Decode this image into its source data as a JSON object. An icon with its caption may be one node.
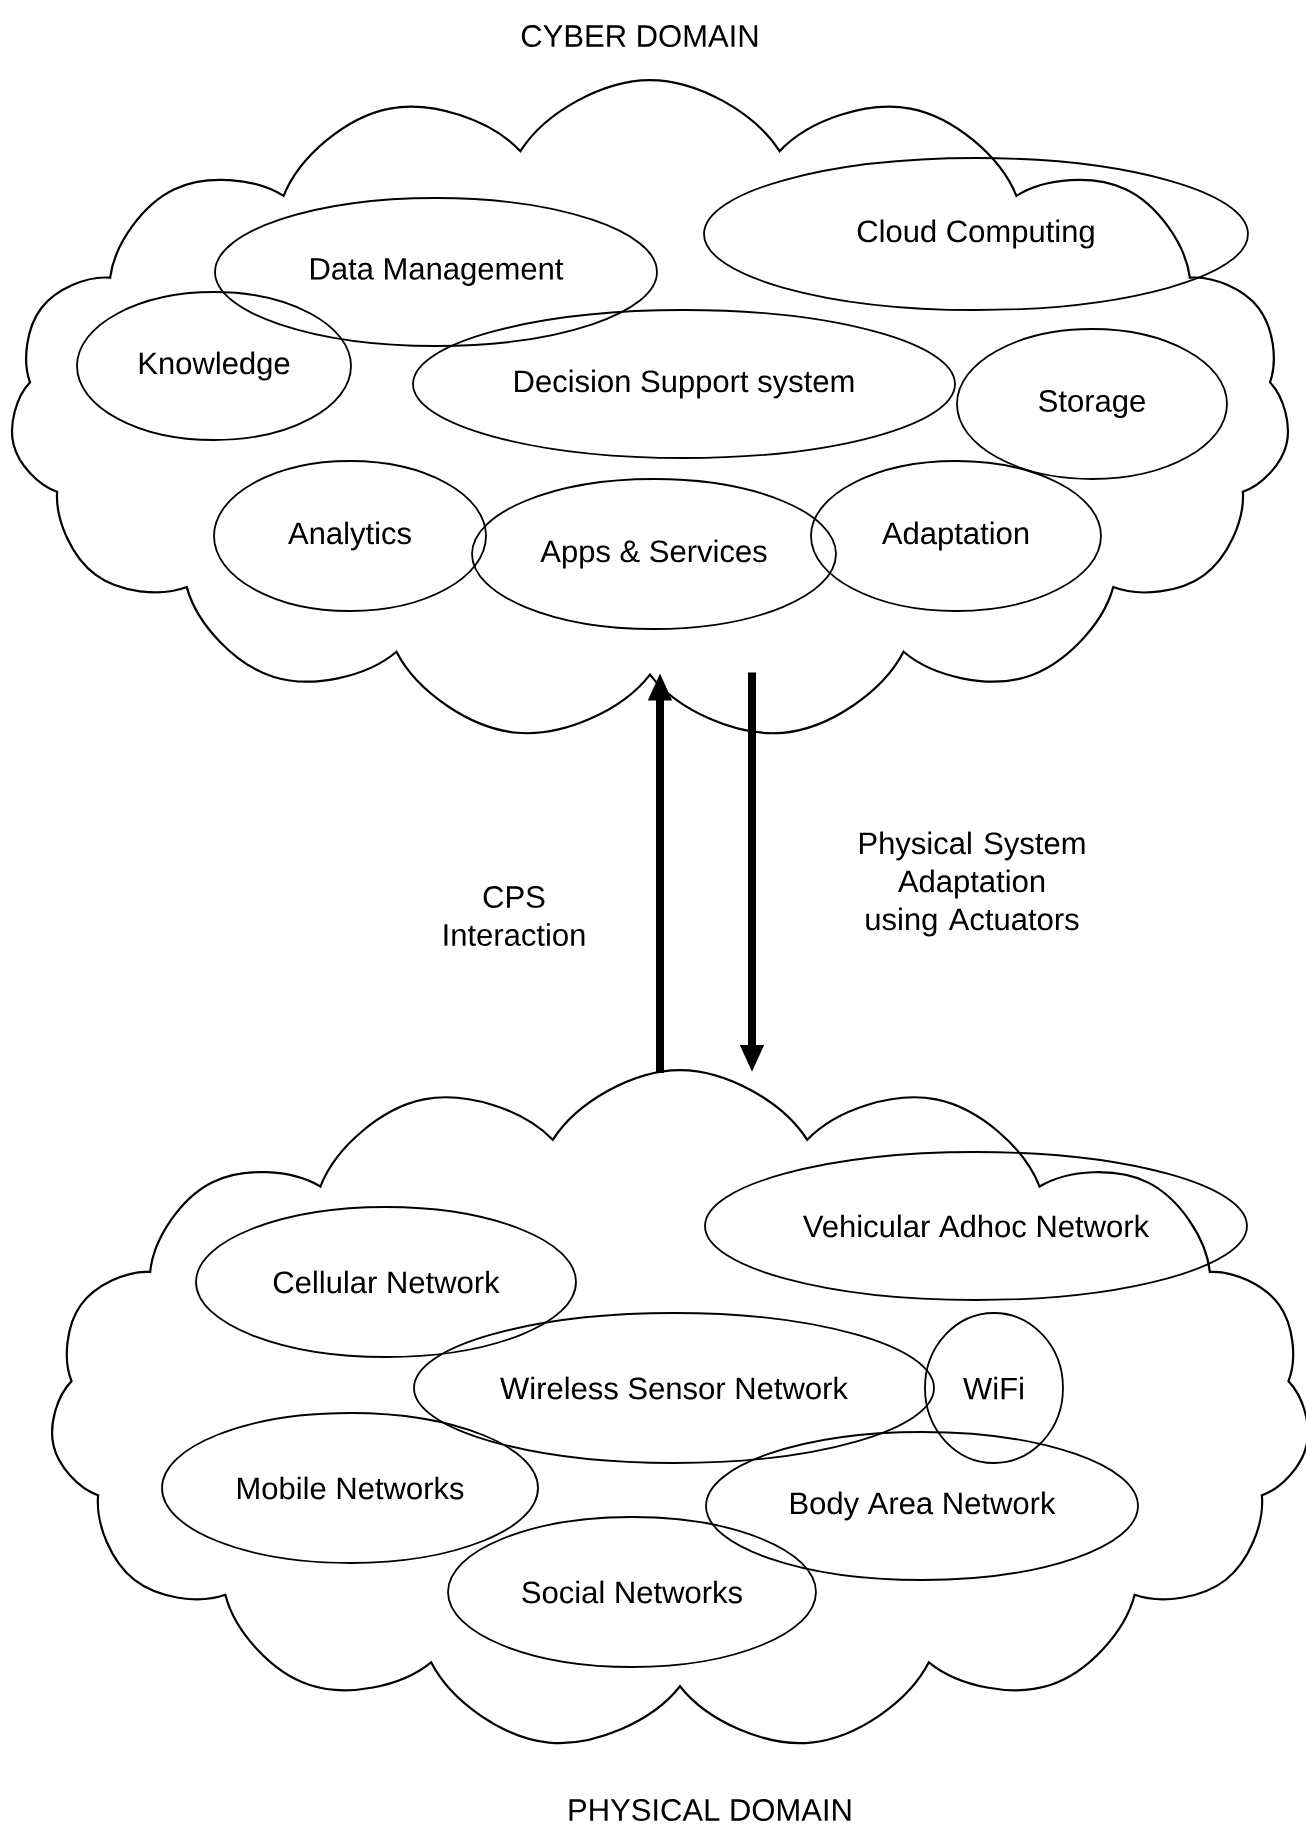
{
  "diagram": {
    "nodes": [
      {
        "text": [
          "CYBER DOMAIN"
        ]
      },
      {
        "text": [
          "Cloud Computing"
        ],
        "in": 0
      },
      {
        "text": [
          "Data Management"
        ],
        "in": 0
      },
      {
        "text": [
          "Knowledge"
        ],
        "in": 0
      },
      {
        "text": [
          "Decision Support system"
        ],
        "in": 0
      },
      {
        "text": [
          "Storage"
        ],
        "in": 0
      },
      {
        "text": [
          "Analytics"
        ],
        "in": 0
      },
      {
        "text": [
          "Apps & Services"
        ],
        "in": 0
      },
      {
        "text": [
          "Adaptation"
        ],
        "in": 0
      },
      {
        "text": [
          "PHYSICAL DOMAIN"
        ]
      },
      {
        "text": [
          "Vehicular Adhoc Network"
        ],
        "in": 9
      },
      {
        "text": [
          "Cellular Network"
        ],
        "in": 9
      },
      {
        "text": [
          "Wireless Sensor Network"
        ],
        "in": 9
      },
      {
        "text": [
          "WiFi"
        ],
        "in": 9
      },
      {
        "text": [
          "Mobile Networks"
        ],
        "in": 9
      },
      {
        "text": [
          "Body Area Network"
        ],
        "in": 9
      },
      {
        "text": [
          "Social Networks"
        ],
        "in": 9
      }
    ],
    "edges": [
      {
        "from": 9,
        "to": 0,
        "arrow": "to",
        "label": "CPS Interaction"
      },
      {
        "from": 0,
        "to": 9,
        "arrow": "to",
        "label": "Physical System Adaptation using Actuators"
      }
    ]
  }
}
